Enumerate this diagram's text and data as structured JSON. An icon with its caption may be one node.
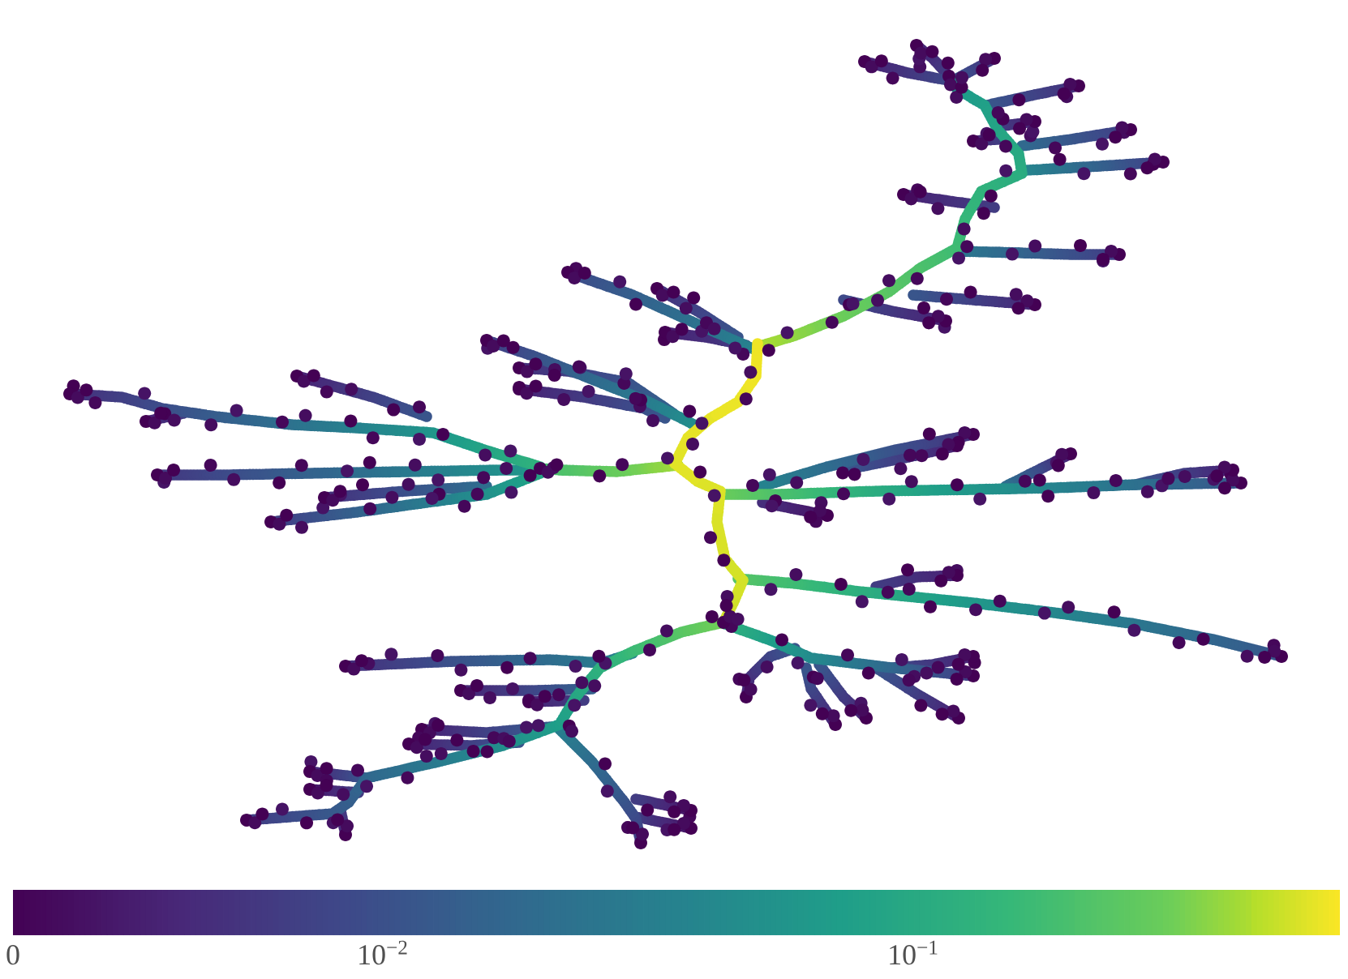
{
  "diagram": {
    "labels": [
      "0",
      "10$^{−2}$",
      "10$^{−1}$"
    ]
  }
}
